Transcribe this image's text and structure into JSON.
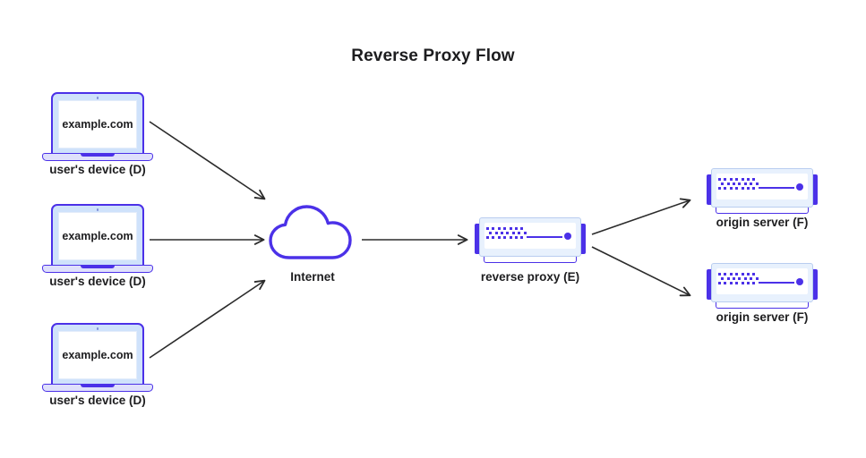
{
  "title": "Reverse Proxy Flow",
  "colors": {
    "accent_purple": "#4b31e8",
    "screen_bezel": "#cfe2fb",
    "server_body": "#e8f1fd",
    "arrow": "#2b2b2b",
    "text": "#1d1d1f",
    "background": "#ffffff"
  },
  "nodes": {
    "clients": [
      {
        "id": "client-1",
        "screen_text": "example.com",
        "label": "user's device (D)",
        "icon": "laptop-icon"
      },
      {
        "id": "client-2",
        "screen_text": "example.com",
        "label": "user's device (D)",
        "icon": "laptop-icon"
      },
      {
        "id": "client-3",
        "screen_text": "example.com",
        "label": "user's device (D)",
        "icon": "laptop-icon"
      }
    ],
    "internet": {
      "id": "internet",
      "label": "Internet",
      "icon": "cloud-icon"
    },
    "proxy": {
      "id": "reverse-proxy",
      "label": "reverse proxy (E)",
      "icon": "server-icon"
    },
    "origins": [
      {
        "id": "origin-1",
        "label": "origin server (F)",
        "icon": "server-icon"
      },
      {
        "id": "origin-2",
        "label": "origin server (F)",
        "icon": "server-icon"
      }
    ]
  },
  "edges": [
    {
      "from": "client-1",
      "to": "internet"
    },
    {
      "from": "client-2",
      "to": "internet"
    },
    {
      "from": "client-3",
      "to": "internet"
    },
    {
      "from": "internet",
      "to": "reverse-proxy"
    },
    {
      "from": "reverse-proxy",
      "to": "origin-1"
    },
    {
      "from": "reverse-proxy",
      "to": "origin-2"
    }
  ]
}
